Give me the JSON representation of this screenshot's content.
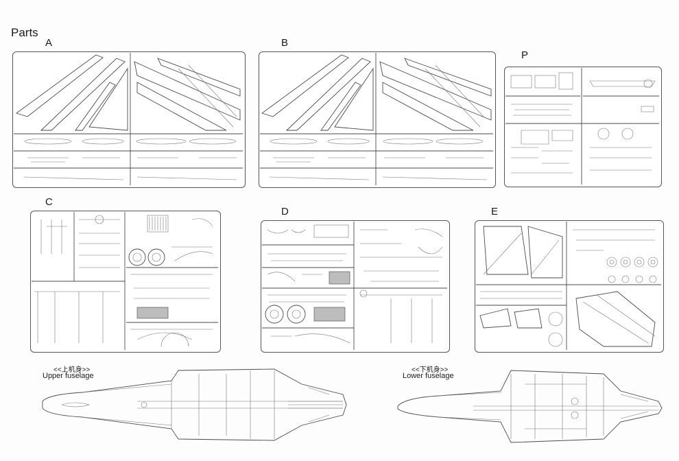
{
  "page": {
    "title": "Parts"
  },
  "sprues": {
    "A": "A",
    "B": "B",
    "P": "P",
    "C": "C",
    "D": "D",
    "E": "E"
  },
  "fuselage": {
    "upper_cn": "<<上机身>>",
    "upper_en": "Upper fuselage",
    "lower_cn": "<<下机身>>",
    "lower_en": "Lower fuselage"
  }
}
